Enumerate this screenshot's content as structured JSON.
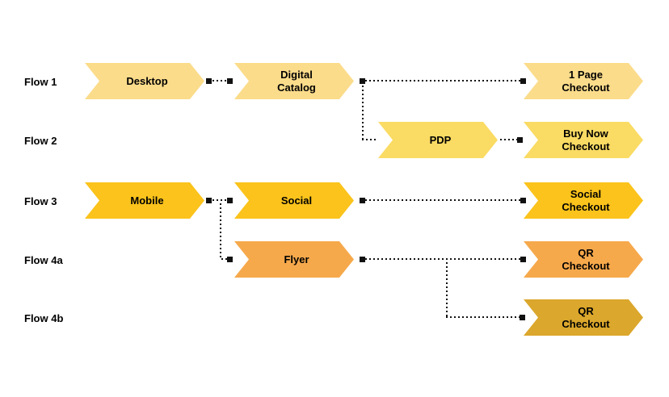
{
  "colors": {
    "flow1": "#FBDC8B",
    "flow2": "#FADB63",
    "flow3": "#FBC31B",
    "flow4a": "#F6A94B",
    "flow4b": "#DBA72C",
    "connector": "#111111",
    "label_text": "#000000"
  },
  "flows": [
    {
      "id": "flow-1",
      "label": "Flow 1"
    },
    {
      "id": "flow-2",
      "label": "Flow 2"
    },
    {
      "id": "flow-3",
      "label": "Flow 3"
    },
    {
      "id": "flow-4a",
      "label": "Flow 4a"
    },
    {
      "id": "flow-4b",
      "label": "Flow 4b"
    }
  ],
  "nodes": {
    "desktop": "Desktop",
    "digital_catalog": "Digital\nCatalog",
    "one_page_checkout": "1 Page\nCheckout",
    "pdp": "PDP",
    "buy_now_checkout": "Buy Now\nCheckout",
    "mobile": "Mobile",
    "social": "Social",
    "social_checkout": "Social\nCheckout",
    "flyer": "Flyer",
    "qr_checkout_4a": "QR\nCheckout",
    "qr_checkout_4b": "QR\nCheckout"
  },
  "connections": [
    {
      "from": "desktop",
      "to": "digital_catalog"
    },
    {
      "from": "digital_catalog",
      "to": "one_page_checkout"
    },
    {
      "from": "digital_catalog",
      "to": "pdp"
    },
    {
      "from": "pdp",
      "to": "buy_now_checkout"
    },
    {
      "from": "mobile",
      "to": "social"
    },
    {
      "from": "mobile",
      "to": "flyer"
    },
    {
      "from": "social",
      "to": "social_checkout"
    },
    {
      "from": "flyer",
      "to": "qr_checkout_4a"
    },
    {
      "from": "flyer",
      "to": "qr_checkout_4b"
    }
  ]
}
